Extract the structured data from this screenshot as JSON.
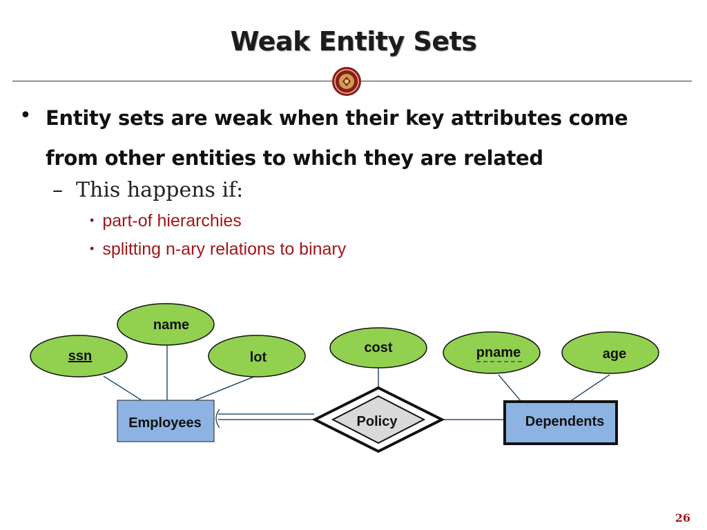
{
  "slide": {
    "title": "Weak Entity Sets",
    "bullet": "Entity sets are weak when their key attributes come from other entities to which they are related",
    "sub_bullet": "This happens if:",
    "sub_sub_bullets": [
      "part-of hierarchies",
      "splitting n-ary relations to binary"
    ],
    "page_number": "26"
  },
  "diagram": {
    "entities": [
      {
        "id": "employees",
        "label": "Employees",
        "weak": false
      },
      {
        "id": "dependents",
        "label": "Dependents",
        "weak": true
      }
    ],
    "relationship": {
      "id": "policy",
      "label": "Policy",
      "identifying": true
    },
    "attributes": [
      {
        "id": "ssn",
        "label": "ssn",
        "key": true,
        "partial_key": false,
        "of": "employees"
      },
      {
        "id": "name",
        "label": "name",
        "key": false,
        "partial_key": false,
        "of": "employees"
      },
      {
        "id": "lot",
        "label": "lot",
        "key": false,
        "partial_key": false,
        "of": "employees"
      },
      {
        "id": "cost",
        "label": "cost",
        "key": false,
        "partial_key": false,
        "of": "policy"
      },
      {
        "id": "pname",
        "label": "pname",
        "key": false,
        "partial_key": true,
        "of": "dependents"
      },
      {
        "id": "age",
        "label": "age",
        "key": false,
        "partial_key": false,
        "of": "dependents"
      }
    ],
    "colors": {
      "attribute_fill": "#92d050",
      "entity_fill": "#8db3e2",
      "line": "#2e4f6e",
      "accent_red": "#a0161a"
    }
  }
}
